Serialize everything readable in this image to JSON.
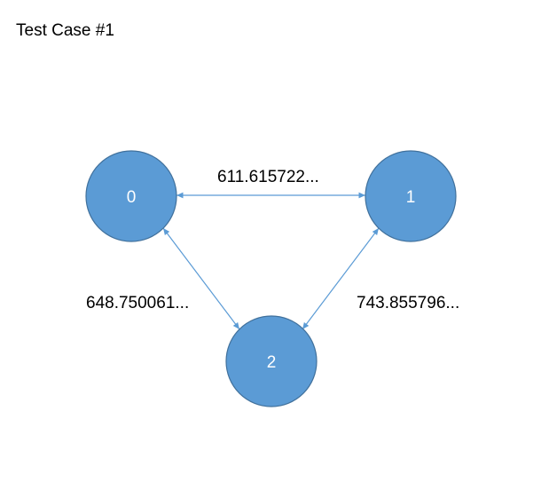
{
  "title": "Test Case #1",
  "colors": {
    "node_fill": "#5b9bd5",
    "node_stroke": "#41719c",
    "edge": "#5b9bd5",
    "node_text": "#ffffff"
  },
  "nodes": [
    {
      "id": "0",
      "label": "0"
    },
    {
      "id": "1",
      "label": "1"
    },
    {
      "id": "2",
      "label": "2"
    }
  ],
  "edges": [
    {
      "from": "0",
      "to": "1",
      "label": "611.615722...",
      "directed": "both"
    },
    {
      "from": "0",
      "to": "2",
      "label": "648.750061...",
      "directed": "both"
    },
    {
      "from": "1",
      "to": "2",
      "label": "743.855796...",
      "directed": "both"
    }
  ]
}
